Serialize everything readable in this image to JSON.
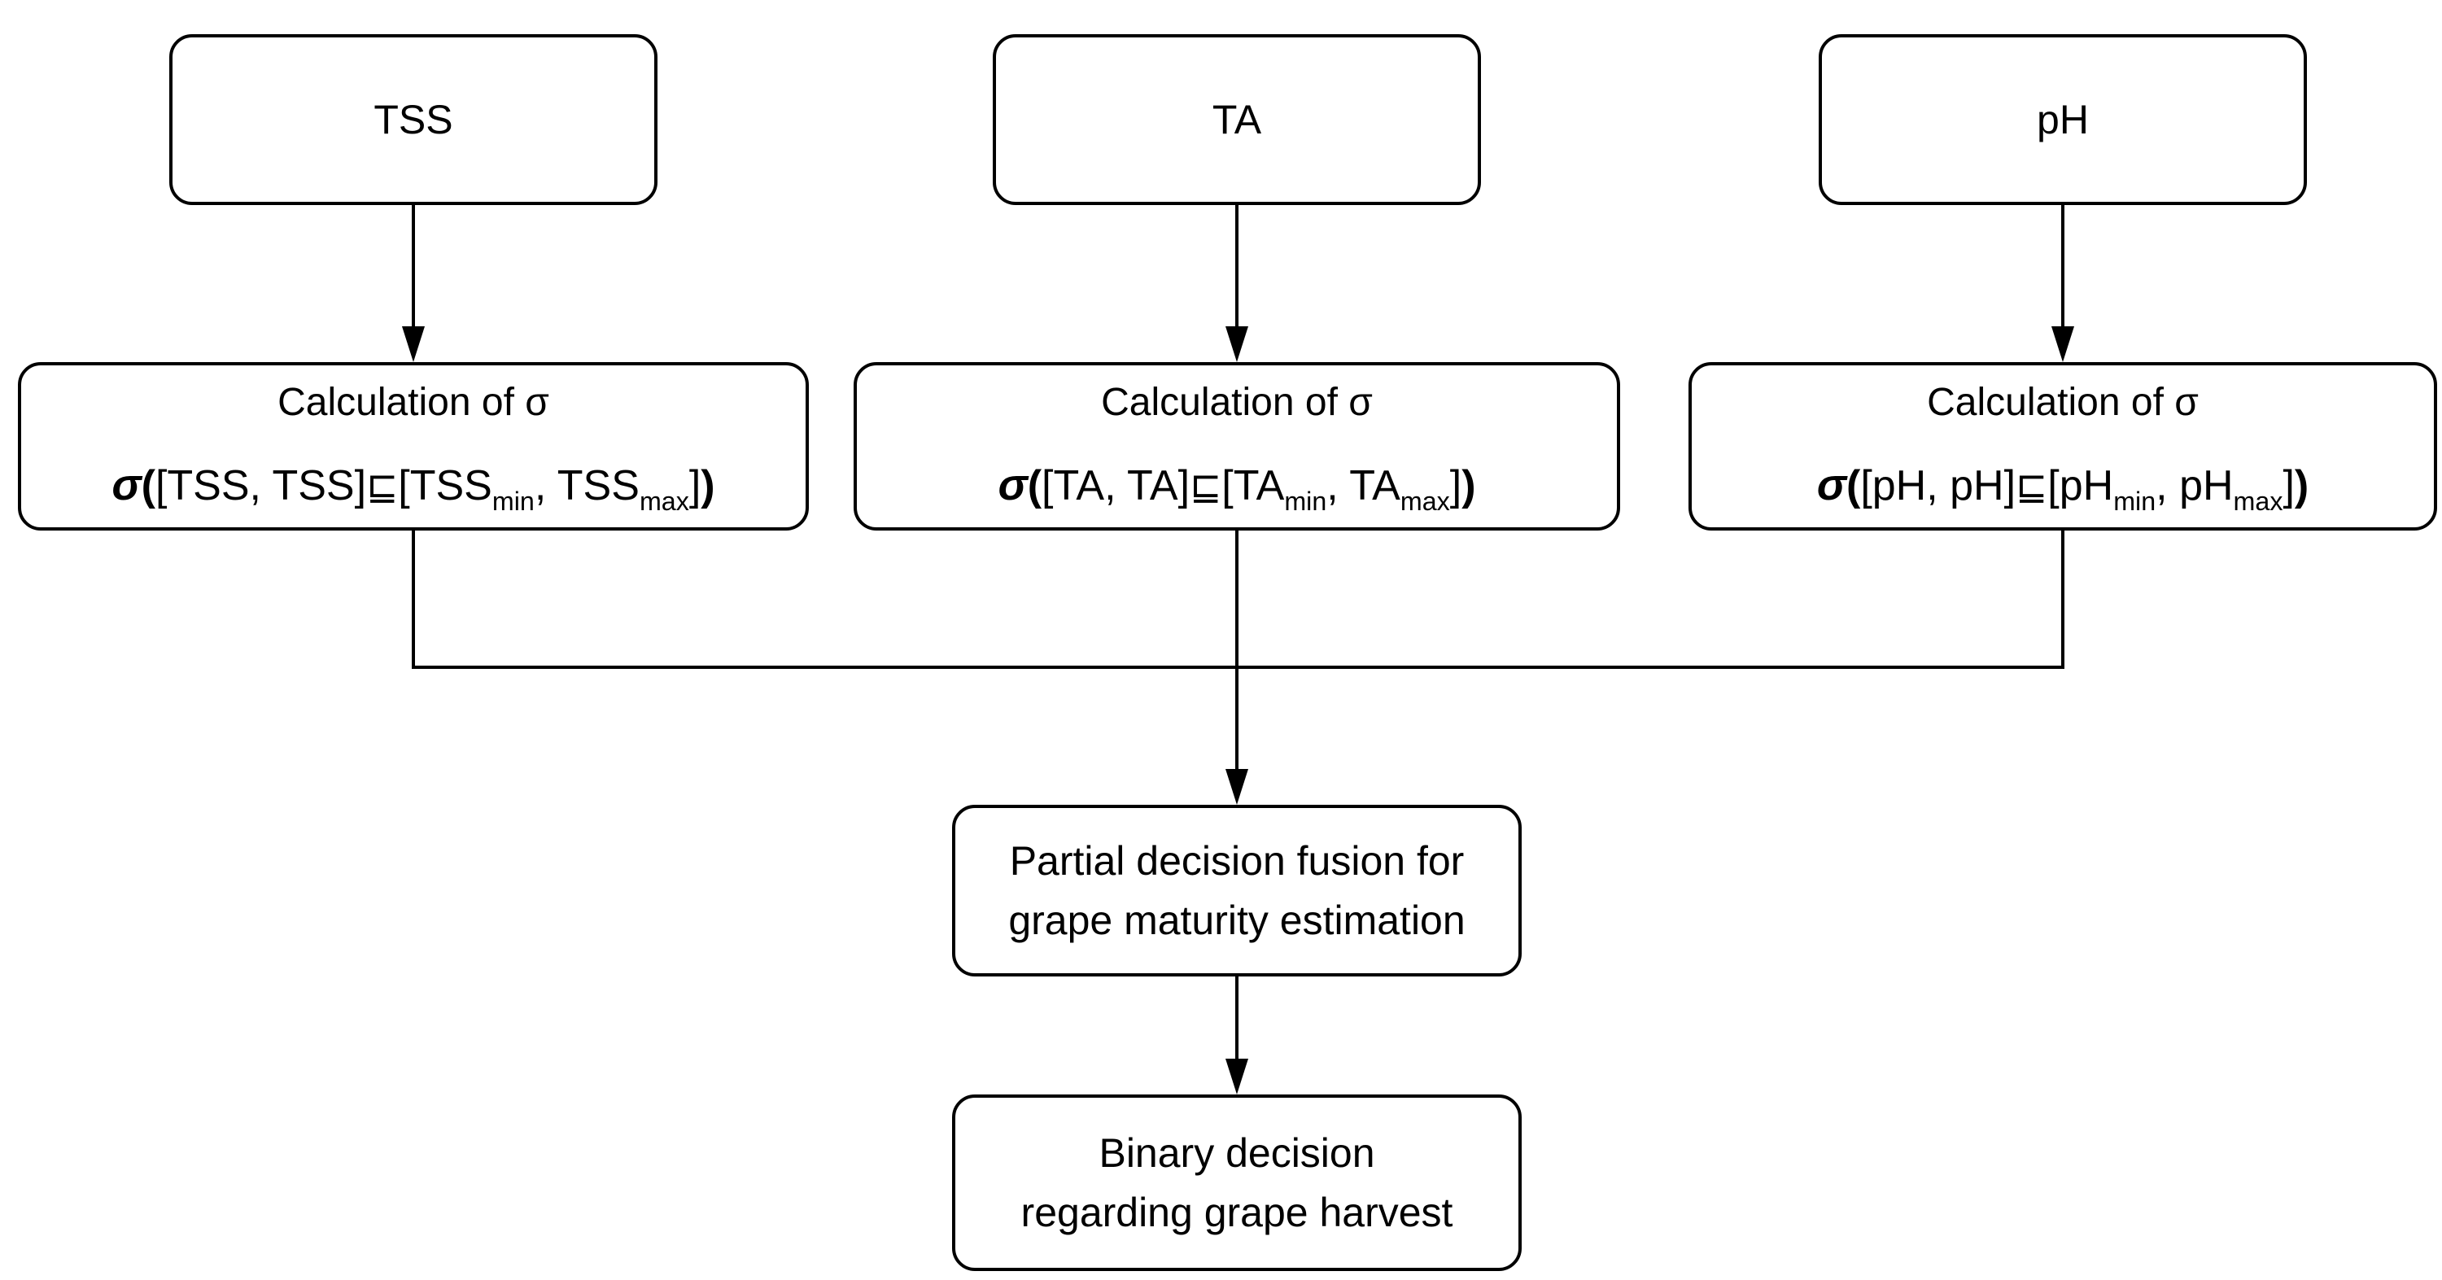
{
  "colors": {
    "stroke": "#000000",
    "box_fill": "#ffffff",
    "text": "#000000",
    "background": "#ffffff"
  },
  "diagram": {
    "columns": [
      {
        "input_label": "TSS",
        "calc_title": "Calculation of σ",
        "formula": {
          "sigma": "σ",
          "open": "(",
          "measured": "[TSS, TSS]",
          "relation": "⊑",
          "bracket_open": "[",
          "min_base": "TSS",
          "min_sub": "min",
          "separator": ", ",
          "max_base": "TSS",
          "max_sub": "max",
          "bracket_close": "]",
          "close": ")"
        }
      },
      {
        "input_label": "TA",
        "calc_title": "Calculation of σ",
        "formula": {
          "sigma": "σ",
          "open": "(",
          "measured": "[TA, TA]",
          "relation": "⊑",
          "bracket_open": "[",
          "min_base": "TA",
          "min_sub": "min",
          "separator": ", ",
          "max_base": "TA",
          "max_sub": "max",
          "bracket_close": "]",
          "close": ")"
        }
      },
      {
        "input_label": "pH",
        "calc_title": "Calculation of σ",
        "formula": {
          "sigma": "σ",
          "open": "(",
          "measured": "[pH, pH]",
          "relation": "⊑",
          "bracket_open": "[",
          "min_base": "pH",
          "min_sub": "min",
          "separator": ", ",
          "max_base": "pH",
          "max_sub": "max",
          "bracket_close": "]",
          "close": ")"
        }
      }
    ],
    "fusion_box": {
      "line1": "Partial decision fusion for",
      "line2": "grape maturity estimation"
    },
    "decision_box": {
      "line1": "Binary decision",
      "line2": "regarding grape harvest"
    }
  }
}
